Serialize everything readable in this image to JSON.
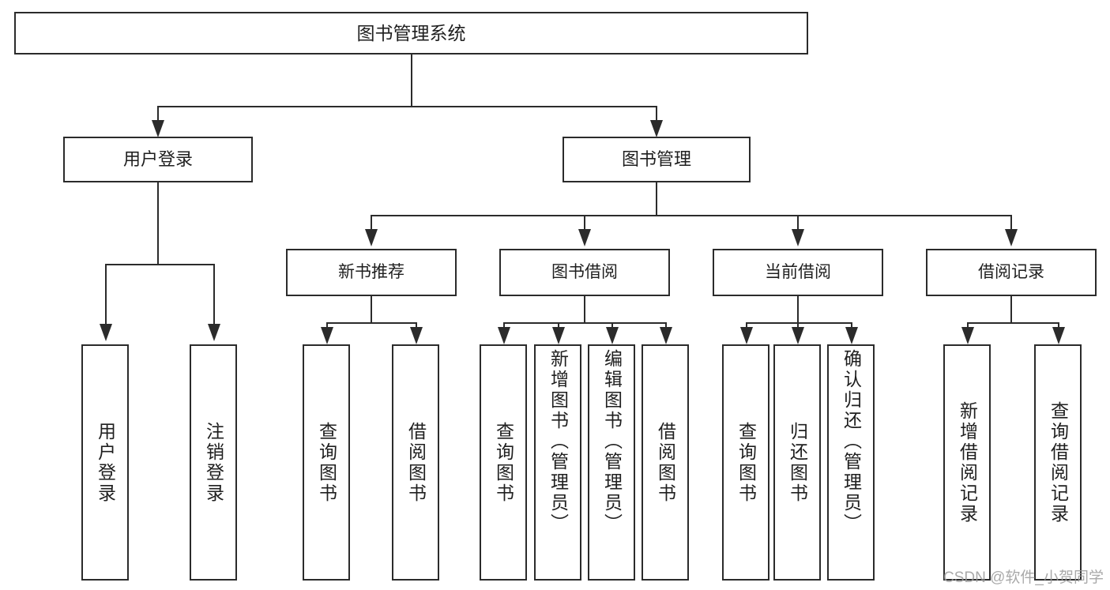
{
  "diagram": {
    "type": "tree",
    "title": "图书管理系统",
    "root": {
      "label": "图书管理系统"
    },
    "level2": [
      {
        "label": "用户登录"
      },
      {
        "label": "图书管理"
      }
    ],
    "level3": [
      {
        "label": "新书推荐"
      },
      {
        "label": "图书借阅"
      },
      {
        "label": "当前借阅"
      },
      {
        "label": "借阅记录"
      }
    ],
    "leaves": {
      "user_login": [
        {
          "label": "用户登录"
        },
        {
          "label": "注销登录"
        }
      ],
      "new_book_recommend": [
        {
          "label": "查询图书"
        },
        {
          "label": "借阅图书"
        }
      ],
      "book_borrow": [
        {
          "label": "查询图书"
        },
        {
          "label": "新增图书（管理员）"
        },
        {
          "label": "编辑图书（管理员）"
        },
        {
          "label": "借阅图书"
        }
      ],
      "current_borrow": [
        {
          "label": "查询图书"
        },
        {
          "label": "归还图书"
        },
        {
          "label": "确认归还（管理员）"
        }
      ],
      "borrow_records": [
        {
          "label": "新增借阅记录"
        },
        {
          "label": "查询借阅记录"
        }
      ]
    },
    "watermark": "CSDN @软件_小贺同学",
    "colors": {
      "stroke": "#2b2b2b",
      "fill": "#ffffff",
      "text": "#1f1f1f",
      "watermark": "#9b9b9b"
    }
  }
}
